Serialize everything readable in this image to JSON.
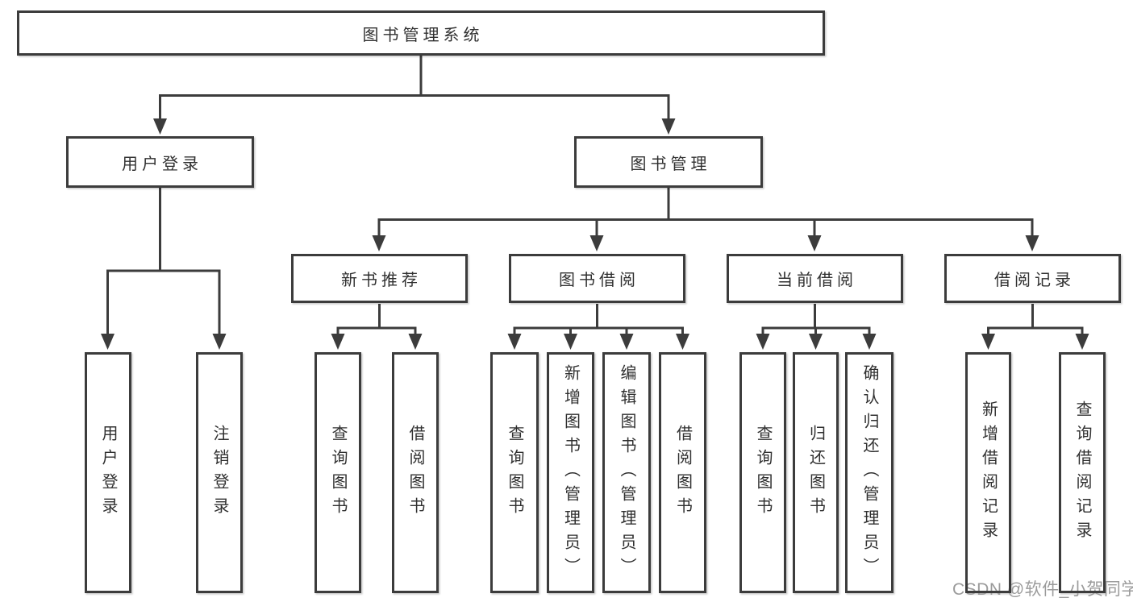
{
  "diagram": {
    "type": "hierarchy-tree",
    "colors": {
      "line": "#3c3c3c",
      "border": "#3c3c3c",
      "text": "#303030",
      "background": "#ffffff",
      "watermark": "#9b9b9b"
    },
    "tree": {
      "root": {
        "label": "图书管理系统"
      },
      "level2": [
        {
          "label": "用户登录",
          "children": [
            "用户登录",
            "注销登录"
          ]
        },
        {
          "label": "图书管理"
        }
      ],
      "level3": [
        {
          "label": "新书推荐",
          "children": [
            "查询图书",
            "借阅图书"
          ]
        },
        {
          "label": "图书借阅",
          "children": [
            "查询图书",
            "新增图书（管理员）",
            "编辑图书（管理员）",
            "借阅图书"
          ]
        },
        {
          "label": "当前借阅",
          "children": [
            "查询图书",
            "归还图书",
            "确认归还（管理员）"
          ]
        },
        {
          "label": "借阅记录",
          "children": [
            "新增借阅记录",
            "查询借阅记录"
          ]
        }
      ]
    },
    "watermark": {
      "text": "CSDN @软件_小贺同学"
    }
  }
}
